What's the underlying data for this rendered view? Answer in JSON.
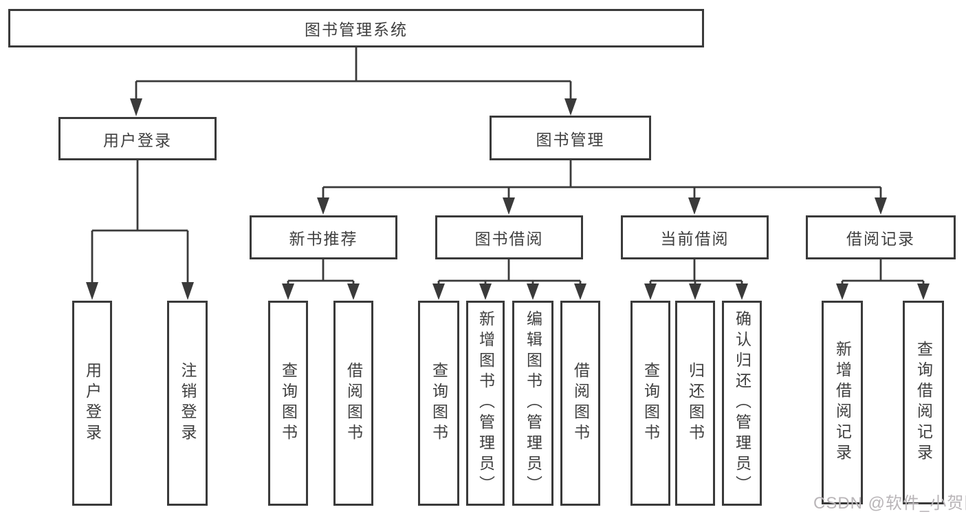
{
  "diagram": {
    "root_label": "图书管理系统",
    "login": {
      "label": "用户登录",
      "leaves": [
        "用户登录",
        "注销登录"
      ]
    },
    "management": {
      "label": "图书管理",
      "sections": [
        {
          "label": "新书推荐",
          "leaves": [
            "查询图书",
            "借阅图书"
          ]
        },
        {
          "label": "图书借阅",
          "leaves": [
            "查询图书",
            "新增图书（管理员）",
            "编辑图书（管理员）",
            "借阅图书"
          ]
        },
        {
          "label": "当前借阅",
          "leaves": [
            "查询图书",
            "归还图书",
            "确认归还（管理员）"
          ]
        },
        {
          "label": "借阅记录",
          "leaves": [
            "新增借阅记录",
            "查询借阅记录"
          ]
        }
      ]
    }
  },
  "watermark": {
    "text": "CSDN @软件_小贺同学",
    "color": "#b9b5b8"
  },
  "colors": {
    "line": "#3a3a3a",
    "text": "#3f3f3f",
    "background": "#ffffff"
  }
}
